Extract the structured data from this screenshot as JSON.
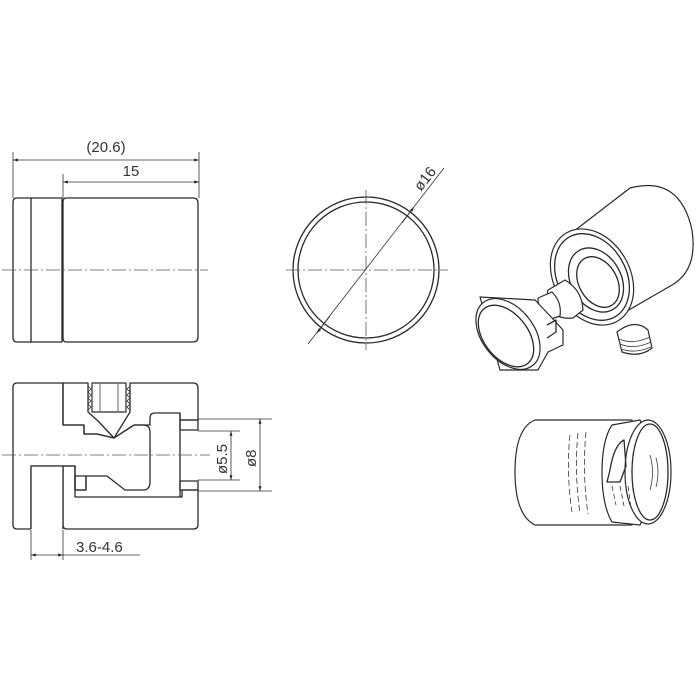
{
  "drawing": {
    "subject": "Glass standoff / clamp fitting technical drawing",
    "views": {
      "side_view": {
        "dimensions": {
          "overall_length": "(20.6)",
          "body_length": "15"
        }
      },
      "front_view": {
        "dimensions": {
          "diameter": "ø16"
        }
      },
      "section_view": {
        "dimensions": {
          "bore_inner": "ø5.5",
          "bore_outer": "ø8",
          "gap_range": "3.6-4.6"
        }
      },
      "isometric_exploded": {
        "parts": [
          "cap",
          "barrel",
          "set-screw"
        ]
      },
      "isometric_assembled": {}
    },
    "colors": {
      "line": "#2a2a2a",
      "background": "#ffffff"
    }
  }
}
